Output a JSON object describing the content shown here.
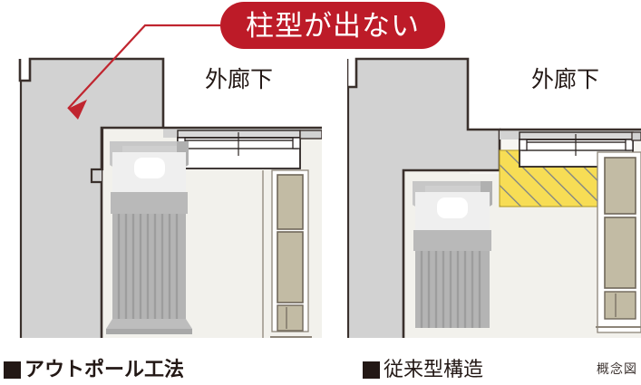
{
  "diagram": {
    "title_note": "概念図",
    "callout": {
      "text": "柱型が出ない",
      "bg_color": "#bd1b28",
      "text_color": "#ffffff",
      "leader_color": "#c0252f",
      "points_to": "left-panel-corner-wall"
    },
    "panels": [
      {
        "id": "out-pole",
        "legend_marker": "■",
        "legend_label": "アウトポール工法",
        "corridor_label": "外廊下",
        "has_protruding_column": false,
        "column_hatch_color": null,
        "description_visual": "room corner free of column; bed against outer wall"
      },
      {
        "id": "conventional",
        "legend_marker": "■",
        "legend_label": "従来型構造",
        "corridor_label": "外廊下",
        "has_protruding_column": true,
        "column_hatch_color": "#f7dd55",
        "column_hatch_line_color": "#7d8287",
        "description_visual": "yellow hatched column protrudes into room; bed shifted inward"
      }
    ],
    "colors": {
      "wall_fill": "#d2d2d2",
      "wall_outline": "#3a302c",
      "room_floor": "#f2f1ec",
      "bed_frame": "#c7c7c7",
      "bed_sheet": "#efefef",
      "bed_blanket": "#b9b9b9",
      "bed_stripes": "#a9a9a9",
      "cabinet_fill": "#c2bba4",
      "cabinet_outline": "#6f675a",
      "sash_fill": "#ffffff",
      "sash_outline": "#2b2422",
      "text_dark": "#231815"
    },
    "labels": {
      "corridor": "外廊下"
    }
  }
}
